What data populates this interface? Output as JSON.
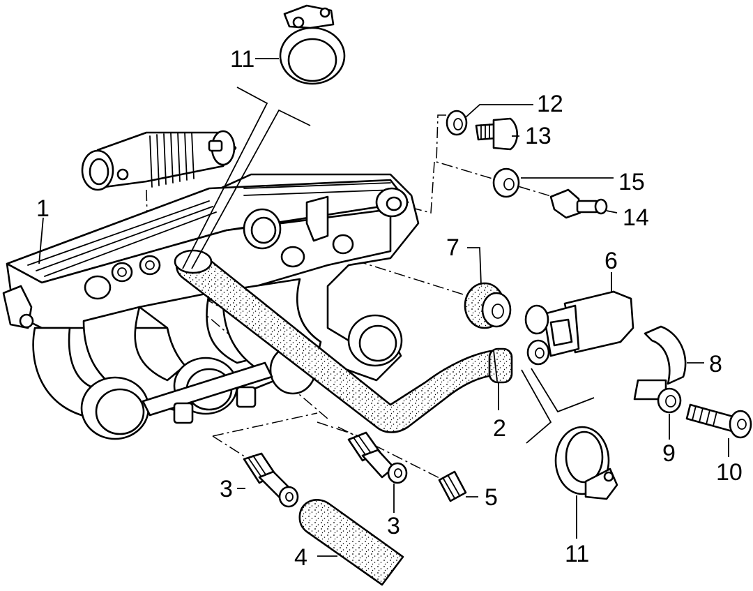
{
  "diagram": {
    "callouts": {
      "part_1": "1",
      "part_2": "2",
      "part_3a": "3",
      "part_3b": "3",
      "part_4": "4",
      "part_5": "5",
      "part_6": "6",
      "part_7": "7",
      "part_8": "8",
      "part_9": "9",
      "part_10": "10",
      "part_11a": "11",
      "part_11b": "11",
      "part_12": "12",
      "part_13": "13",
      "part_14": "14",
      "part_15": "15"
    }
  }
}
